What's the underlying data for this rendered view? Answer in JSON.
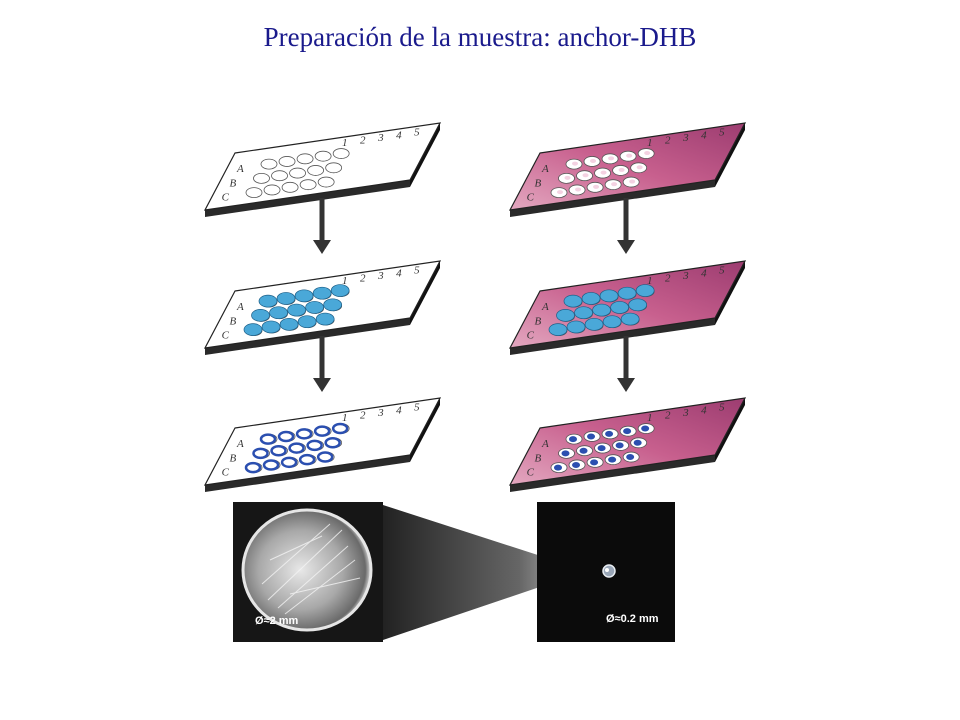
{
  "title": "Preparación de la muestra:  anchor-DHB",
  "plate": {
    "column_labels": [
      "1",
      "2",
      "3",
      "4",
      "5"
    ],
    "row_labels": [
      "A",
      "B",
      "C"
    ]
  },
  "micrographs": {
    "left_label": "Ø≈2 mm",
    "right_label": "Ø≈0.2 mm"
  },
  "colors": {
    "title": "#1a1a8c",
    "plate_plain": "#ffffff",
    "plate_anchor": "#c8608e",
    "droplet": "#4aa8d8",
    "crystal": "#2b4fb0",
    "arrow": "#333333"
  }
}
